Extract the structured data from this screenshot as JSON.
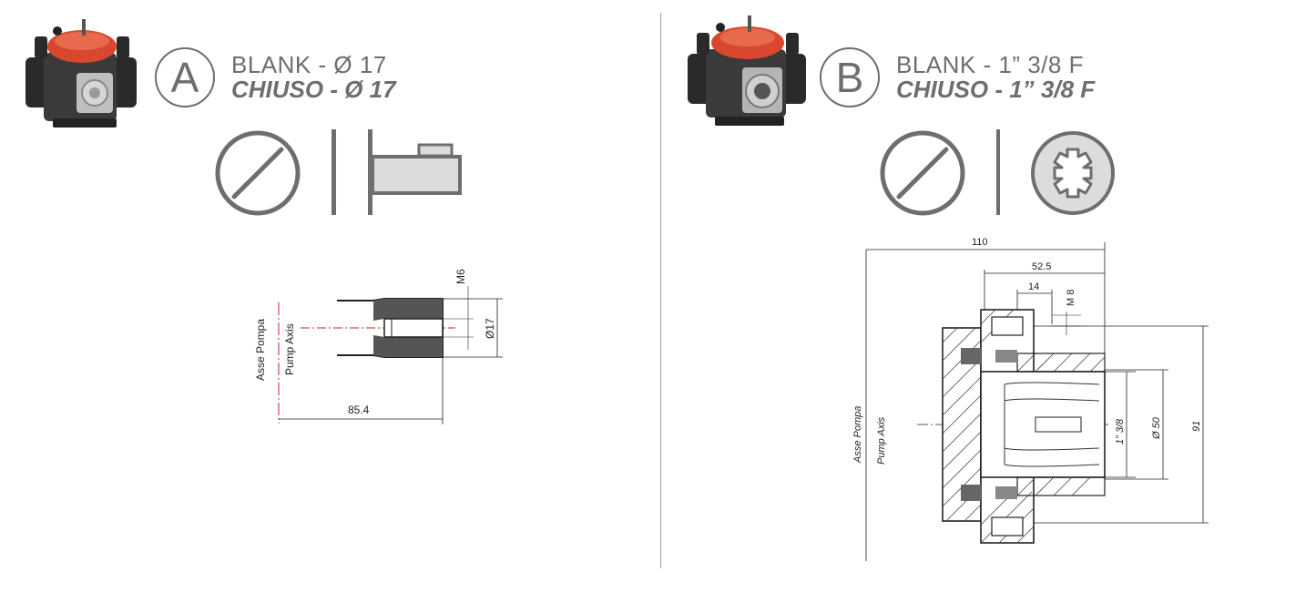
{
  "panel_a": {
    "letter": "A",
    "title_line1": "BLANK - Ø 17",
    "title_line2": "CHIUSO - Ø 17",
    "icons": [
      "no-shaft-icon",
      "blank-cap-icon"
    ],
    "drawing": {
      "axis_label_it": "Asse Pompa",
      "axis_label_en": "Pump Axis",
      "thread_label": "M6",
      "diameter_label": "Ø17",
      "length_label": "85.4"
    }
  },
  "panel_b": {
    "letter": "B",
    "title_line1": "BLANK - 1” 3/8 F",
    "title_line2": "CHIUSO - 1” 3/8 F",
    "icons": [
      "no-shaft-icon",
      "splined-hole-icon"
    ],
    "drawing": {
      "axis_label_it": "Asse Pompa",
      "axis_label_en": "Pump Axis",
      "dim_total_length": "110",
      "dim_hub_length": "52.5",
      "dim_thread_depth": "14",
      "thread_label": "M 8",
      "spline_label": "1” 3/8",
      "dim_bore": "Ø 50",
      "dim_flange": "91"
    }
  },
  "colors": {
    "text_grey": "#6e6e6e",
    "pump_red": "#d8472e",
    "icon_fill": "#dcdcdc",
    "axis_red": "#d21e1e"
  }
}
